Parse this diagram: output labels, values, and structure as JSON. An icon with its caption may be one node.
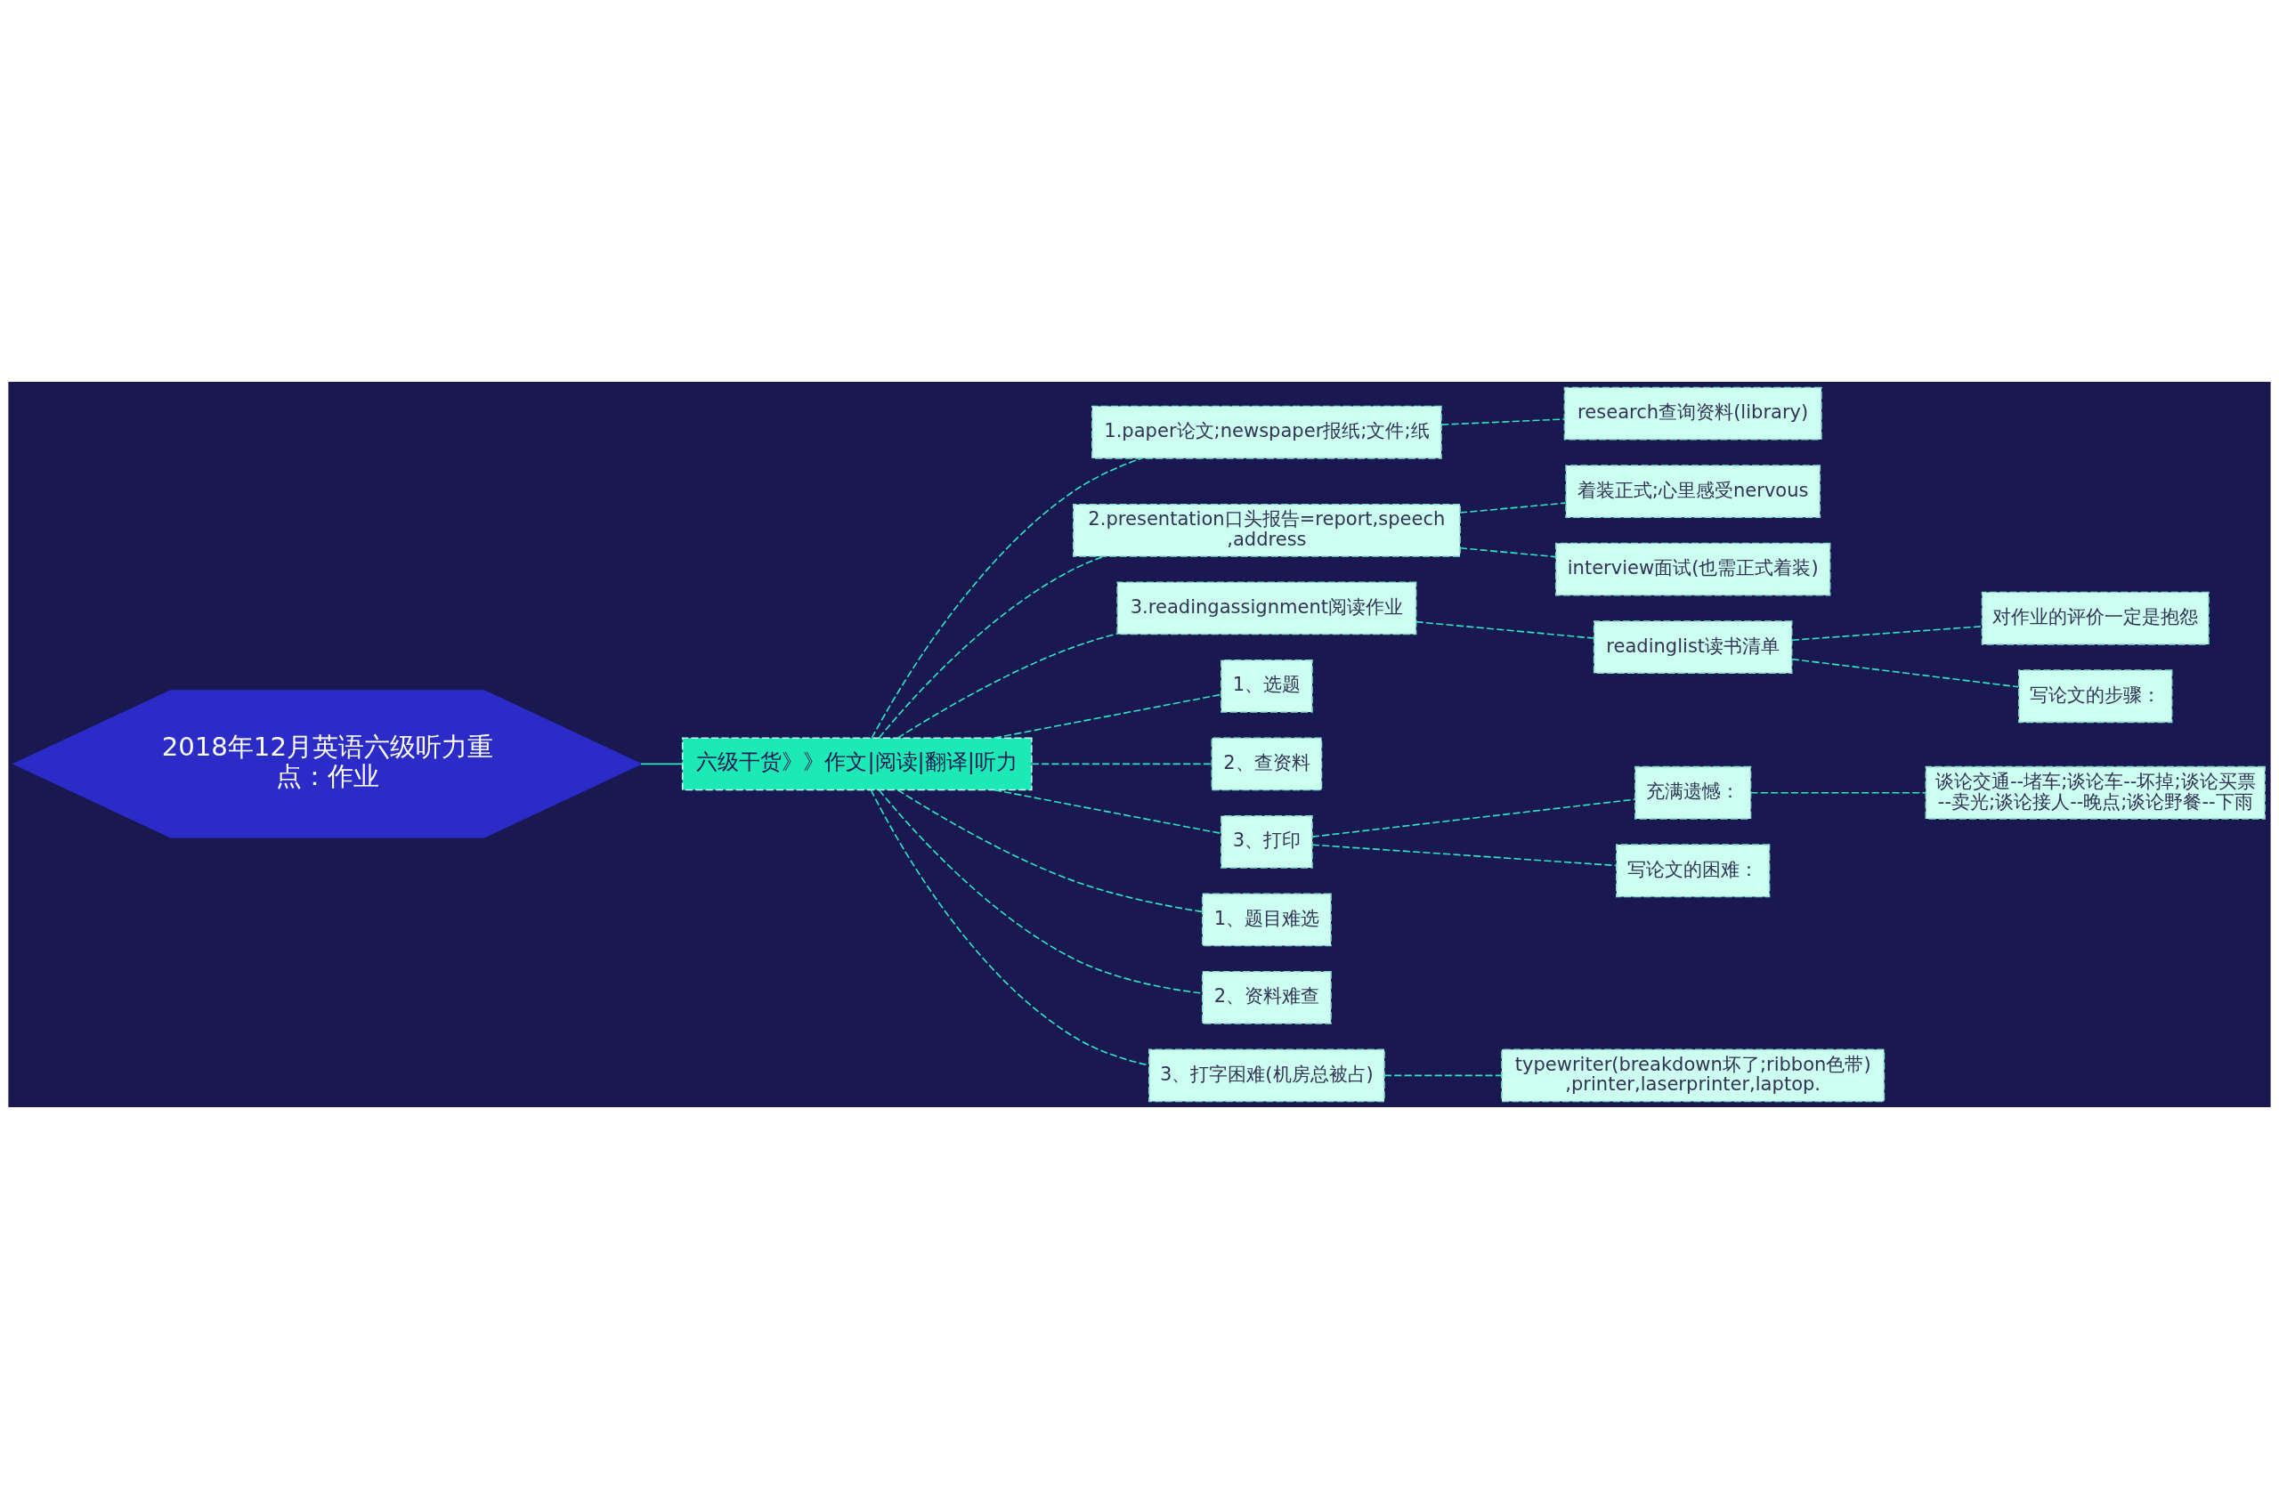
{
  "diagram": {
    "nodes": [
      {
        "text": [
          "2018年12月英语六级听力重点：作业"
        ]
      },
      {
        "text": [
          "六级干货》》作文|阅读|翻译|听力"
        ]
      },
      {
        "text": [
          "1.paper论文;newspaper报纸;文件;纸"
        ]
      },
      {
        "text": [
          "research查询资料(library)"
        ]
      },
      {
        "text": [
          "2.presentation口头报告=report,speech,address"
        ]
      },
      {
        "text": [
          "着装正式;心里感受nervous"
        ]
      },
      {
        "text": [
          "interview面试(也需正式着装)"
        ]
      },
      {
        "text": [
          "3.readingassignment阅读作业"
        ]
      },
      {
        "text": [
          "readinglist读书清单"
        ]
      },
      {
        "text": [
          "对作业的评价一定是抱怨"
        ]
      },
      {
        "text": [
          "写论文的步骤："
        ]
      },
      {
        "text": [
          "1、选题"
        ]
      },
      {
        "text": [
          "2、查资料"
        ]
      },
      {
        "text": [
          "3、打印"
        ]
      },
      {
        "text": [
          "充满遗憾："
        ]
      },
      {
        "text": [
          "谈论交通--堵车;谈论车--坏掉;谈论买票--卖光;谈论接人--晚点;谈论野餐--下雨"
        ]
      },
      {
        "text": [
          "写论文的困难："
        ]
      },
      {
        "text": [
          "1、题目难选"
        ]
      },
      {
        "text": [
          "2、资料难查"
        ]
      },
      {
        "text": [
          "3、打字困难(机房总被占)"
        ]
      },
      {
        "text": [
          "typewriter(breakdown坏了;ribbon色带),printer,laserprinter,laptop."
        ]
      }
    ],
    "edges": [
      {
        "from": 0,
        "to": 1,
        "arrow": "none"
      },
      {
        "from": 1,
        "to": 2,
        "arrow": "none",
        "style": "dashed"
      },
      {
        "from": 2,
        "to": 3,
        "arrow": "none",
        "style": "dashed"
      },
      {
        "from": 1,
        "to": 4,
        "arrow": "none",
        "style": "dashed"
      },
      {
        "from": 4,
        "to": 5,
        "arrow": "none",
        "style": "dashed"
      },
      {
        "from": 4,
        "to": 6,
        "arrow": "none",
        "style": "dashed"
      },
      {
        "from": 1,
        "to": 7,
        "arrow": "none",
        "style": "dashed"
      },
      {
        "from": 7,
        "to": 8,
        "arrow": "none",
        "style": "dashed"
      },
      {
        "from": 8,
        "to": 9,
        "arrow": "none",
        "style": "dashed"
      },
      {
        "from": 8,
        "to": 10,
        "arrow": "none",
        "style": "dashed"
      },
      {
        "from": 1,
        "to": 11,
        "arrow": "none",
        "style": "dashed"
      },
      {
        "from": 1,
        "to": 12,
        "arrow": "none",
        "style": "dashed"
      },
      {
        "from": 1,
        "to": 13,
        "arrow": "none",
        "style": "dashed"
      },
      {
        "from": 13,
        "to": 14,
        "arrow": "none",
        "style": "dashed"
      },
      {
        "from": 14,
        "to": 15,
        "arrow": "none",
        "style": "dashed"
      },
      {
        "from": 13,
        "to": 16,
        "arrow": "none",
        "style": "dashed"
      },
      {
        "from": 1,
        "to": 17,
        "arrow": "none",
        "style": "dashed"
      },
      {
        "from": 1,
        "to": 18,
        "arrow": "none",
        "style": "dashed"
      },
      {
        "from": 1,
        "to": 19,
        "arrow": "none",
        "style": "dashed"
      },
      {
        "from": 19,
        "to": 20,
        "arrow": "none",
        "style": "dashed"
      }
    ]
  }
}
